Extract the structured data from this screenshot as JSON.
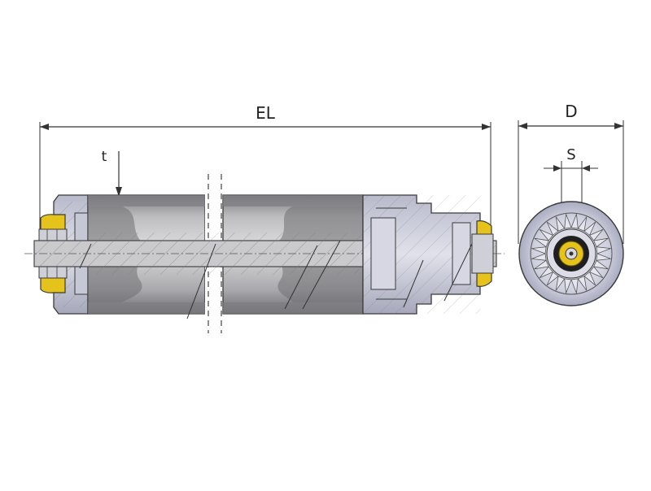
{
  "diagram": {
    "labels": {
      "overall_length": "EL",
      "wall_thickness": "t",
      "diameter": "D",
      "shaft_size": "S"
    },
    "colors": {
      "outline": "#3a3a3a",
      "tube_body": "#d9d9db",
      "tube_shade": "#8f8f92",
      "tube_dark": "#6e6e72",
      "end_cap": "#cfd0dc",
      "end_cap_dark": "#9d9fb3",
      "bearing_yellow": "#e6c31a",
      "shaft": "#c9c9cc",
      "background": "#ffffff"
    }
  }
}
